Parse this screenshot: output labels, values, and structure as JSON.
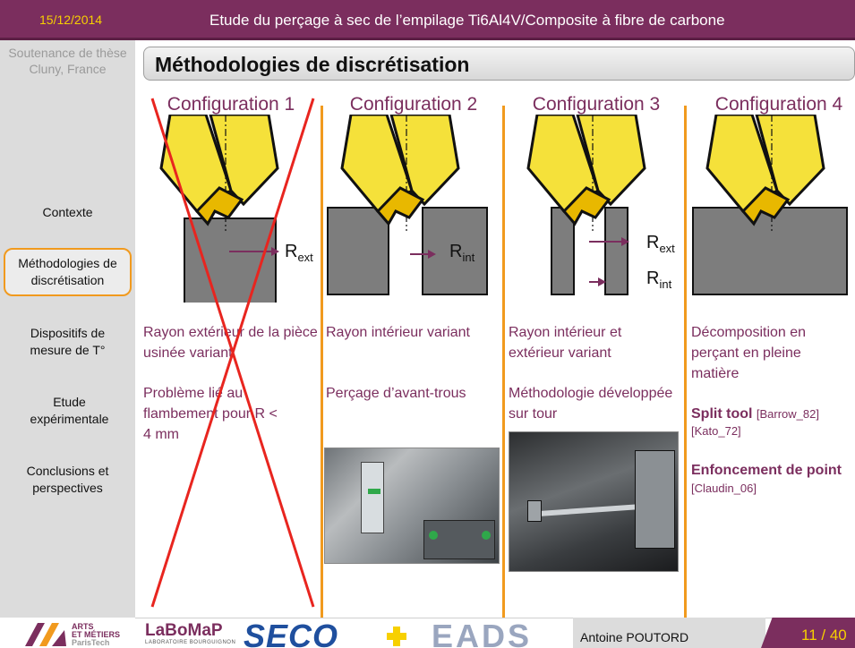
{
  "header": {
    "date": "15/12/2014",
    "title": "Etude du perçage à sec de l’empilage Ti6Al4V/Composite à fibre de carbone"
  },
  "sidebar": {
    "thesis": [
      "Soutenance de thèse",
      "Cluny, France"
    ],
    "items": [
      {
        "label": "Contexte",
        "active": false
      },
      {
        "label": "Méthodologies de discrétisation",
        "active": true
      },
      {
        "label": "Dispositifs de mesure de T°",
        "active": false
      },
      {
        "label": "Etude expérimentale",
        "active": false
      },
      {
        "label": "Conclusions et perspectives",
        "active": false
      }
    ]
  },
  "slide": {
    "title": "Méthodologies de discrétisation",
    "columns": [
      {
        "heading": "Configuration 1",
        "crossed_out": true,
        "radius_label": "R",
        "radius_sub": "ext",
        "description": "Rayon extérieur de la pièce usinée variant",
        "note": "Problème lié au flambement pour R < 4 mm"
      },
      {
        "heading": "Configuration 2",
        "radius_label": "R",
        "radius_sub": "int",
        "description": "Rayon intérieur variant",
        "note": "Perçage d’avant-trous"
      },
      {
        "heading": "Configuration 3",
        "radius_label": "R",
        "radius_sub": "ext",
        "radius2_label": "R",
        "radius2_sub": "int",
        "description": "Rayon intérieur et extérieur variant",
        "note": "Méthodologie développée sur tour"
      },
      {
        "heading": "Configuration 4",
        "description": "Décomposition en perçant en pleine matière",
        "split_tool": "Split tool",
        "ref1": "[Barrow_82]",
        "ref2": "[Kato_72]",
        "point": "Enfoncement de point",
        "ref3": "[Claudin_06]"
      }
    ]
  },
  "footer": {
    "author": "Antoine POUTORD",
    "page": "11 / 40",
    "logos": {
      "am_line1": "ARTS",
      "am_line2": "ET MÉTIERS",
      "am_line3": "ParisTech",
      "lab": "LaBoMaP",
      "lab_sub": "LABORATOIRE BOURGUIGNON",
      "seco": "SECO",
      "eads": "EADS"
    }
  },
  "colors": {
    "header_bg": "#7b2e5e",
    "accent_orange": "#f19a1e",
    "text_purple": "#7b2e5e",
    "drill_yellow": "#f5e13a",
    "cross_red": "#e8251f"
  }
}
